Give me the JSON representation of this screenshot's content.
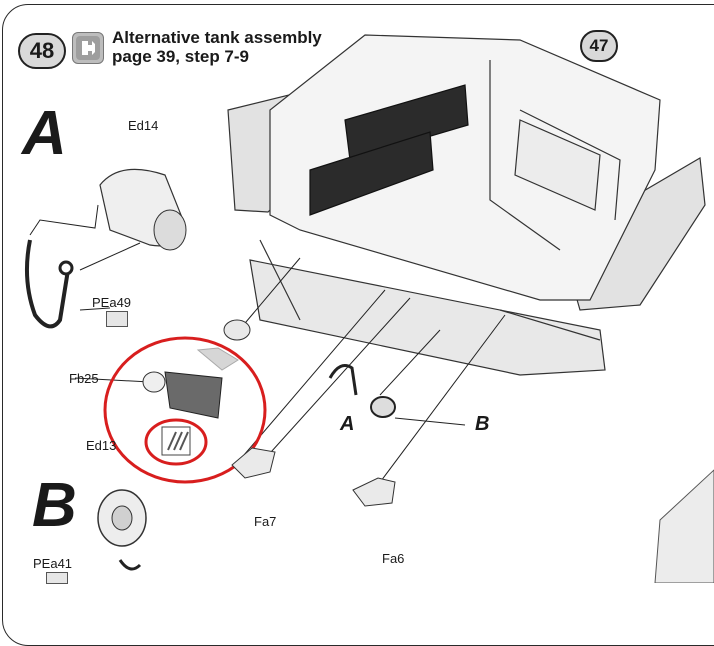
{
  "step": {
    "number": "48",
    "title_line1": "Alternative tank assembly",
    "title_line2": "page 39, step 7-9"
  },
  "reference_step": "47",
  "sections": {
    "a": "A",
    "b": "B"
  },
  "parts": {
    "ed14": "Ed14",
    "pea49": "PEa49",
    "fb25": "Fb25",
    "ed13": "Ed13",
    "pea41": "PEa41",
    "fa7": "Fa7",
    "fa6": "Fa6"
  },
  "callouts": {
    "a": "A",
    "b": "B"
  },
  "colors": {
    "highlight": "#d81e1e",
    "ink": "#1a1a1a",
    "panel_gray": "#d9d9d9"
  }
}
